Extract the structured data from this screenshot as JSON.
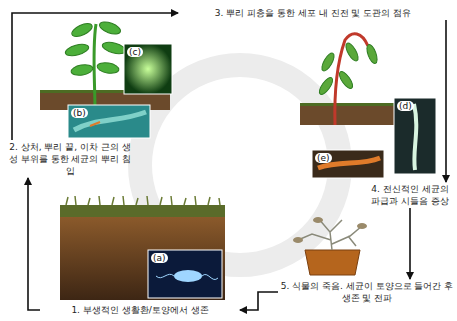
{
  "diagram": {
    "nodes": [
      {
        "text": [
          "1. 부생적인 생활환/토양에서 생존"
        ]
      },
      {
        "text": [
          "2. 상처, 뿌리 끝, 이차 근의 생성 부위를 통한 세균의 뿌리 침입"
        ]
      },
      {
        "text": [
          "3. 뿌리 피층을 통한 세포 내 진전 및 도관의 점유"
        ]
      },
      {
        "text": [
          "4. 전신적인 세균의 파급과 시들음 증상"
        ]
      },
      {
        "text": [
          "5. 식물의 죽음. 세균이 토양으로 들어간 후 생존 및 전파"
        ]
      }
    ],
    "edges": [
      {
        "from": 0,
        "to": 1,
        "arrow": "to"
      },
      {
        "from": 1,
        "to": 2,
        "arrow": "to"
      },
      {
        "from": 2,
        "to": 3,
        "arrow": "to"
      },
      {
        "from": 3,
        "to": 4,
        "arrow": "to"
      },
      {
        "from": 4,
        "to": 0,
        "arrow": "to"
      }
    ],
    "labels": [
      "(a)",
      "(b)",
      "(c)",
      "(d)",
      "(e)"
    ]
  }
}
